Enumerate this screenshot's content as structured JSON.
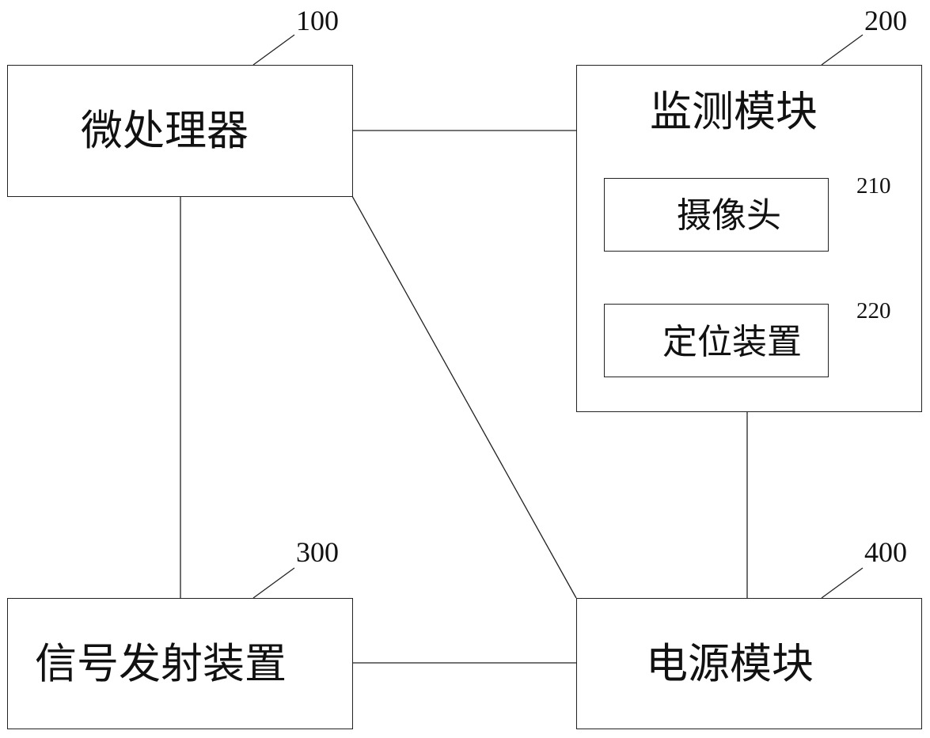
{
  "blocks": {
    "microprocessor": {
      "label": "微处理器",
      "ref": "100"
    },
    "monitoring": {
      "label": "监测模块",
      "ref": "200",
      "camera": {
        "label": "摄像头",
        "ref": "210"
      },
      "locator": {
        "label": "定位装置",
        "ref": "220"
      }
    },
    "transmitter": {
      "label": "信号发射装置",
      "ref": "300"
    },
    "power": {
      "label": "电源模块",
      "ref": "400"
    }
  },
  "colors": {
    "line": "#222222",
    "text": "#111111",
    "background": "#ffffff"
  }
}
